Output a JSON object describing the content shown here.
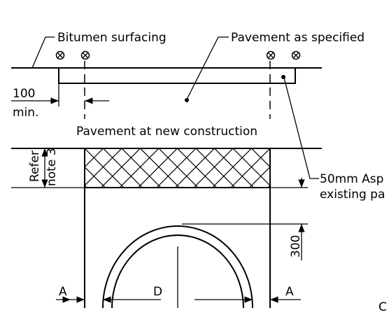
{
  "labels": {
    "bitumen": "Bitumen surfacing",
    "pavement_spec": "Pavement as specified",
    "dim_100": "100",
    "dim_min": "min.",
    "pavement_new": "Pavement at new construction",
    "refer": "Refer",
    "note3": "note 3",
    "asphalt_line1": "50mm Asp",
    "asphalt_line2": "existing pa",
    "dim_300": "300",
    "label_a_left": "A",
    "label_d": "D",
    "label_a_right": "A",
    "label_c": "C"
  },
  "colors": {
    "ink": "#000000",
    "paper": "#ffffff"
  }
}
